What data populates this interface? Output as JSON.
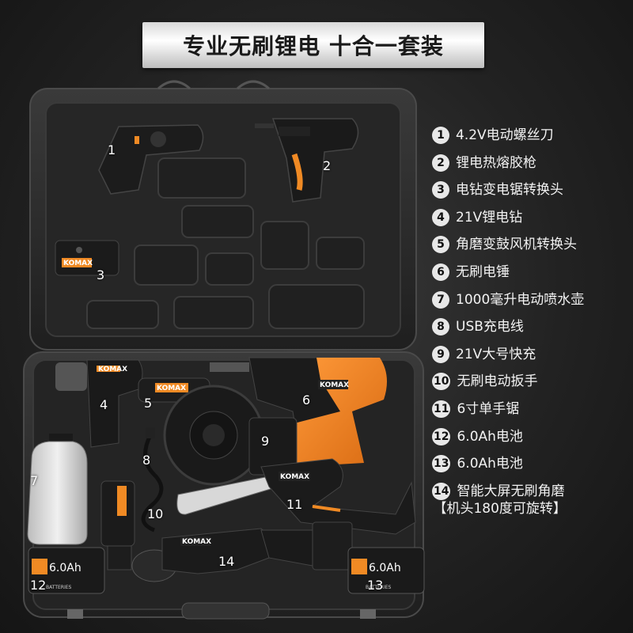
{
  "banner": {
    "title": "专业无刷锂电 十合一套装"
  },
  "brand": "KOMAX",
  "battery": {
    "capacity": "6.0Ah",
    "maker": "BATTERIES"
  },
  "items": [
    {
      "no": "1",
      "label": "4.2V电动螺丝刀"
    },
    {
      "no": "2",
      "label": "锂电热熔胶枪"
    },
    {
      "no": "3",
      "label": "电钻变电锯转换头"
    },
    {
      "no": "4",
      "label": "21V锂电钻"
    },
    {
      "no": "5",
      "label": "角磨变鼓风机转换头"
    },
    {
      "no": "6",
      "label": "无刷电锤"
    },
    {
      "no": "7",
      "label": "1000毫升电动喷水壶"
    },
    {
      "no": "8",
      "label": "USB充电线"
    },
    {
      "no": "9",
      "label": "21V大号快充"
    },
    {
      "no": "10",
      "label": "无刷电动扳手"
    },
    {
      "no": "11",
      "label": "6寸单手锯"
    },
    {
      "no": "12",
      "label": "6.0Ah电池"
    },
    {
      "no": "13",
      "label": "6.0Ah电池"
    },
    {
      "no": "14",
      "label": "智能大屏无刷角磨",
      "label_line2": "【机头180度可旋转】"
    }
  ],
  "case_tags": [
    "1",
    "2",
    "3",
    "4",
    "5",
    "6",
    "7",
    "8",
    "9",
    "10",
    "11",
    "12",
    "13",
    "14"
  ],
  "colors": {
    "accent": "#f08a24",
    "case": "#2b2b2b",
    "tool": "#1c1c1c"
  }
}
